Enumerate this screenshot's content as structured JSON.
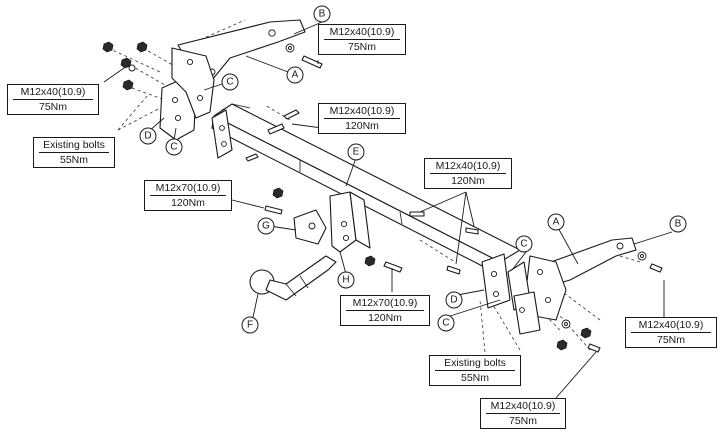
{
  "callouts": {
    "A": "A",
    "B": "B",
    "C": "C",
    "D": "D",
    "E": "E",
    "F": "F",
    "G": "G",
    "H": "H"
  },
  "specs": {
    "top_right_bolt": {
      "bolt": "M12x40(10.9)",
      "torque": "75Nm"
    },
    "left_bolt": {
      "bolt": "M12x40(10.9)",
      "torque": "75Nm"
    },
    "left_existing": {
      "bolt": "Existing bolts",
      "torque": "55Nm"
    },
    "beam_bolt": {
      "bolt": "M12x40(10.9)",
      "torque": "120Nm"
    },
    "right_beam_bolt": {
      "bolt": "M12x40(10.9)",
      "torque": "120Nm"
    },
    "ball_bolt": {
      "bolt": "M12x70(10.9)",
      "torque": "120Nm"
    },
    "lower_ball_bolt": {
      "bolt": "M12x70(10.9)",
      "torque": "120Nm"
    },
    "right_bolt": {
      "bolt": "M12x40(10.9)",
      "torque": "75Nm"
    },
    "right_existing": {
      "bolt": "Existing bolts",
      "torque": "55Nm"
    },
    "bottom_bolt": {
      "bolt": "M12x40(10.9)",
      "torque": "75Nm"
    }
  }
}
